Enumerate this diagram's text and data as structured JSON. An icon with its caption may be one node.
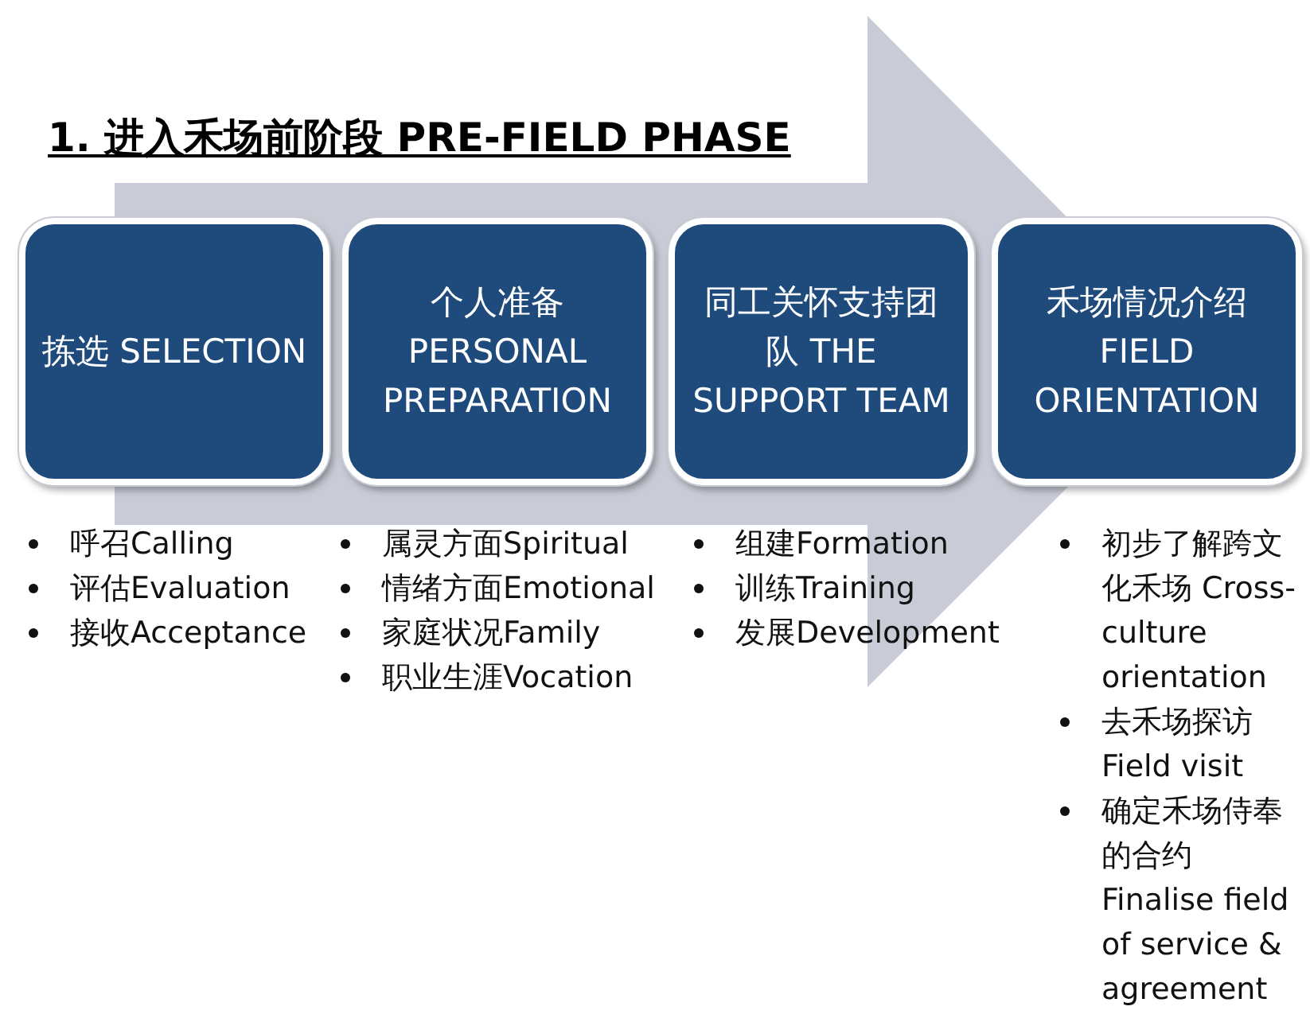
{
  "diagram": {
    "title": "1. 进入禾场前阶段 PRE-FIELD PHASE",
    "nodes": [
      {
        "text": [
          "拣选 SELECTION"
        ],
        "beside": [
          "呼召Calling",
          "评估Evaluation",
          "接收Acceptance"
        ]
      },
      {
        "text": [
          "个人准备 PERSONAL PREPARATION"
        ],
        "beside": [
          "属灵方面Spiritual",
          "情绪方面Emotional",
          "家庭状况Family",
          "职业生涯Vocation"
        ]
      },
      {
        "text": [
          "同工关怀支持团队 THE SUPPORT TEAM"
        ],
        "beside": [
          "组建Formation",
          "训练Training",
          "发展Development"
        ]
      },
      {
        "text": [
          "禾场情况介绍 FIELD ORIENTATION"
        ],
        "beside": [
          "初步了解跨文化禾场 Cross-culture orientation",
          "去禾场探访 Field visit",
          "确定禾场侍奉的合约 Finalise field of service & agreement"
        ]
      }
    ],
    "edges": [
      {
        "from": 0,
        "to": 3,
        "arrow": "to"
      }
    ]
  }
}
